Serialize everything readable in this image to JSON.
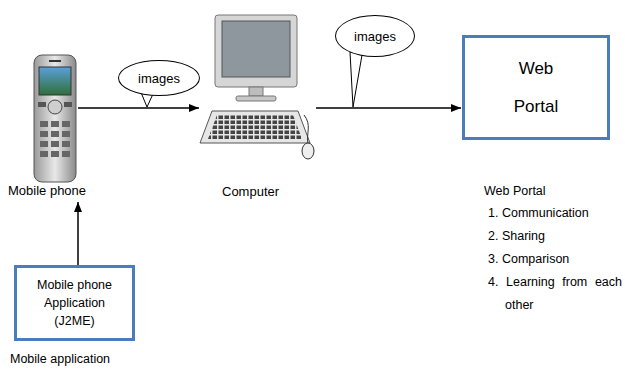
{
  "diagram": {
    "nodes": [
      {
        "text": [
          "Mobile phone"
        ]
      },
      {
        "text": [
          "Computer"
        ]
      },
      {
        "text": [
          "Web Portal"
        ]
      },
      {
        "text": [
          "Mobile phone Application (J2ME)"
        ]
      }
    ],
    "edges": [
      {
        "from": 0,
        "to": 1,
        "arrow": "to",
        "label": "images"
      },
      {
        "from": 1,
        "to": 2,
        "arrow": "to",
        "label": "images"
      },
      {
        "from": 3,
        "to": 0,
        "arrow": "to"
      }
    ],
    "labels": [
      "Web Portal",
      "1. Communication",
      "2. Sharing",
      "3. Comparison",
      "4. Learning from each other",
      "Mobile application"
    ]
  }
}
